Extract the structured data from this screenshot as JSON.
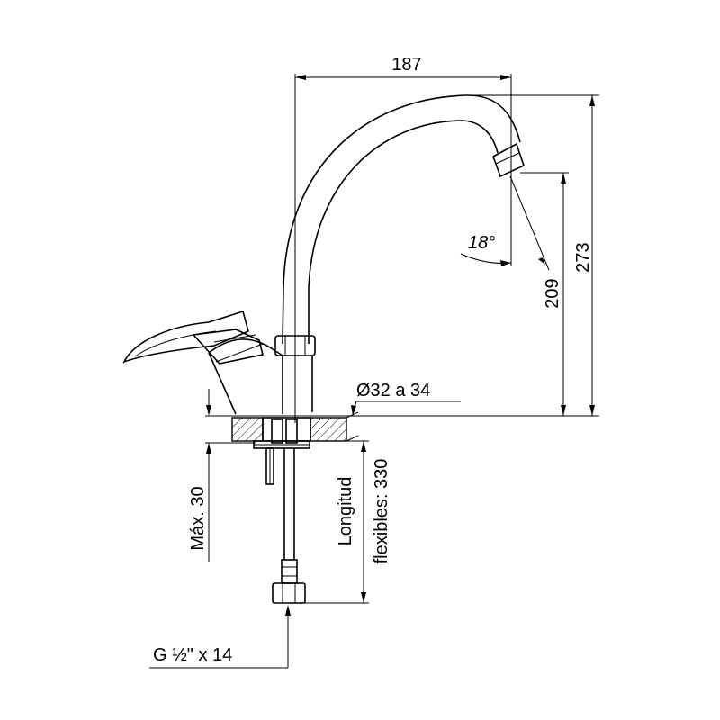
{
  "dimensions": {
    "width_reach": "187",
    "total_height": "273",
    "spout_height": "209",
    "spout_angle": "18°",
    "hole_diameter": "Ø32 a 34",
    "max_thickness": "Máx. 30",
    "flex_length_line1": "Longitud",
    "flex_length_line2": "flexibles: 330",
    "thread": "G ½\" x 14"
  }
}
